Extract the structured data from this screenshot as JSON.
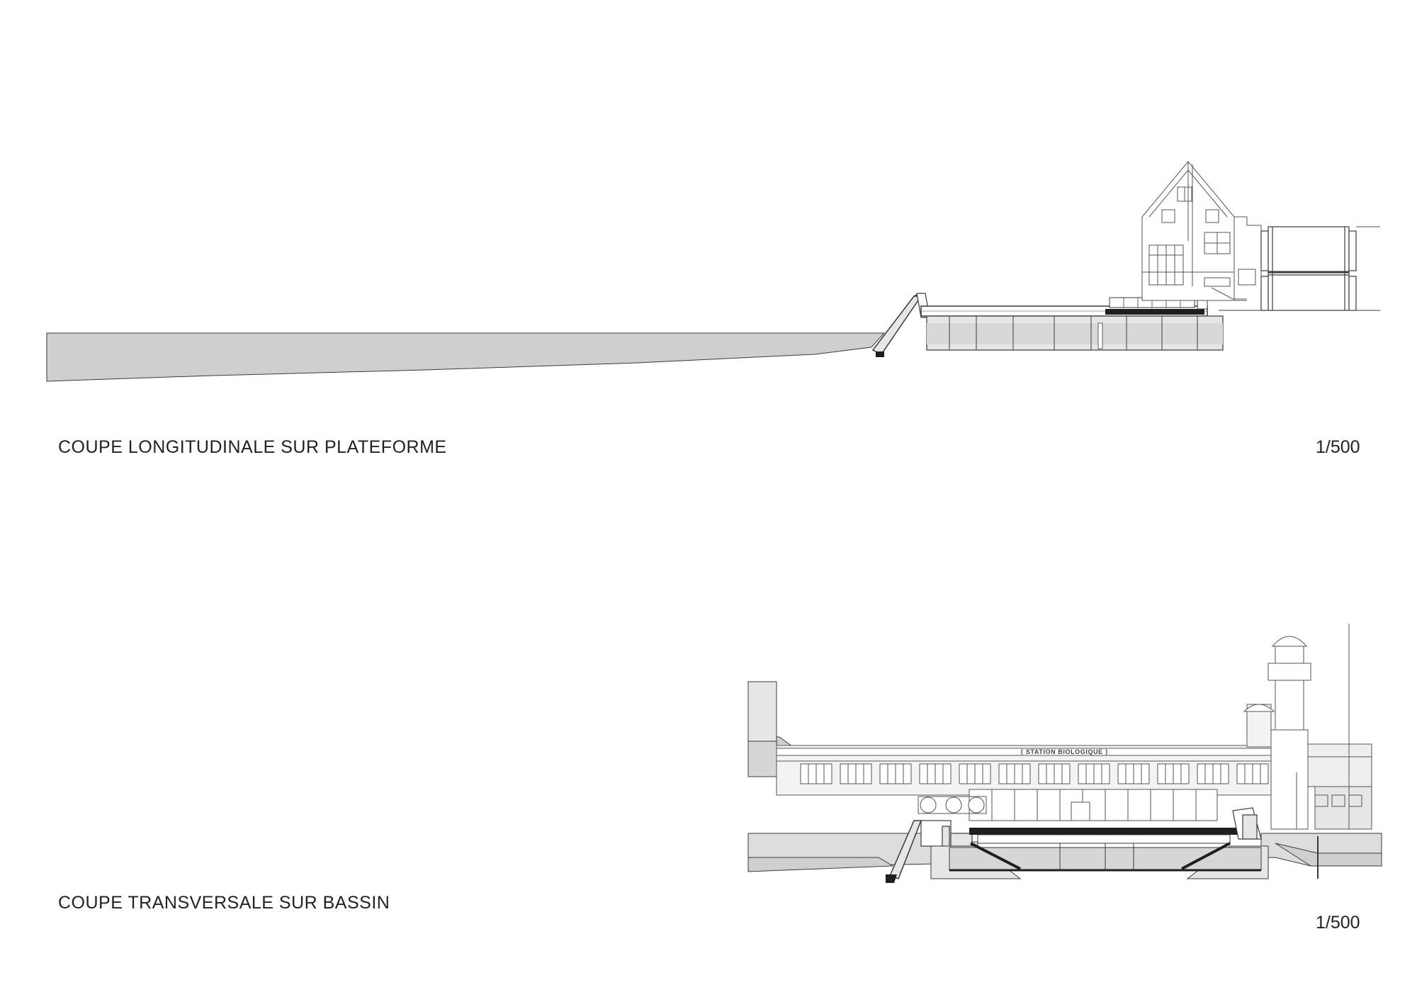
{
  "sections": [
    {
      "title": "COUPE LONGITUDINALE SUR PLATEFORME",
      "scale": "1/500"
    },
    {
      "title": "COUPE TRANSVERSALE SUR BASSIN",
      "scale": "1/500",
      "sign_text": "⟨ STATION BIOLOGIQUE ⟩"
    }
  ],
  "colors": {
    "line": "#3a3a3a",
    "fill_ground": "#cfcfcf",
    "fill_light": "#e6e6e6",
    "fill_dark": "#1e1e1e",
    "paper": "#ffffff"
  }
}
